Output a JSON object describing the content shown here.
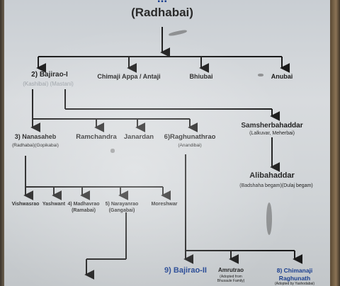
{
  "header": {
    "top_partial": "...",
    "subtitle": "(Radhabai)"
  },
  "gen1": {
    "bajirao": "2) Bajirao-I",
    "bajirao_wives": "(Kashibai) (Mastani)",
    "chimaji": "Chimaji Appa / Antaji",
    "bhiubai": "Bhiubai",
    "anubai": "Anubai"
  },
  "gen2": {
    "nanasaheb": "3) Nanasaheb",
    "nanasaheb_wives": "(Radhabai)(Gopikabai)",
    "ramchandra": "Ramchandra",
    "janardan": "Janardan",
    "raghunathrao": "6)Raghunathrao",
    "raghunathrao_wife": "(Anandibai)",
    "samsherbahaddar": "Samsherbahaddar",
    "samsherbahaddar_wife": "(Lalkuvar, Meherbai)",
    "alibahaddar": "Alibahaddar",
    "alibahaddar_wives": "(Badshaha begam)(Dulaj begam)"
  },
  "gen3": {
    "vishwasrao": "Vishwasrao",
    "yashwant": "Yashwant",
    "madhavrao": "4) Madhavrao",
    "madhavrao_wife": "(Ramabai)",
    "narayanrao": "5) Narayanrao",
    "narayanrao_wife": "(Gangabai)",
    "moreshwar": "Moreshwar"
  },
  "gen4": {
    "bajirao2": "9) Bajirao-II",
    "amrutrao": "Amrutrao",
    "amrutrao_note1": "(Adopted from",
    "amrutrao_note2": "Bhusaule Family)",
    "chimanaji": "8) Chimanaji",
    "chimanaji2": "Raghunath",
    "chimanaji_note": "(Adopted by Yashodabai)"
  },
  "colors": {
    "text": "#1a1a1a",
    "line": "#1a1a1a",
    "accent_blue": "#1b3f8f",
    "board": "#d3d7da"
  }
}
